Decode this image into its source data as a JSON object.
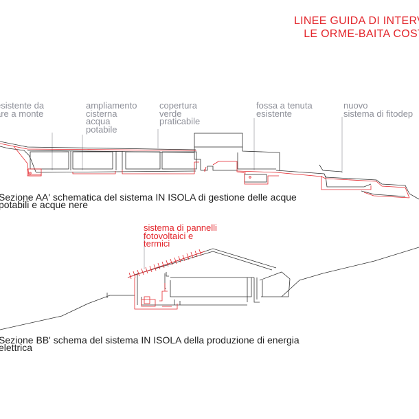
{
  "header": {
    "title_line1": "LINEE GUIDA DI INTERV",
    "title_line2": "LE ORME-BAITA COST"
  },
  "section_aa": {
    "labels": {
      "existing_tank": "esistente da\nare a monte",
      "extension": "ampliamento\ncisterna\nacqua\npotabile",
      "green_roof": "copertura\nverde\npraticabile",
      "septic": "fossa a tenuta\nesistente",
      "phyto": "nuovo\nsistema di fitodep"
    },
    "caption_line1": "Sezione AA' schematica del sistema IN ISOLA di gestione delle acque",
    "caption_line2": "potabili e acque nere"
  },
  "section_bb": {
    "labels": {
      "solar": "sistema di pannelli\nfotovoltaici e\ntermici"
    },
    "caption_line1": "Sezione BB' schema del sistema IN ISOLA della produzione di energia",
    "caption_line2": "elettrica"
  },
  "colors": {
    "accent": "#e3262c",
    "label_grey": "#8e9099",
    "line": "#333333"
  }
}
